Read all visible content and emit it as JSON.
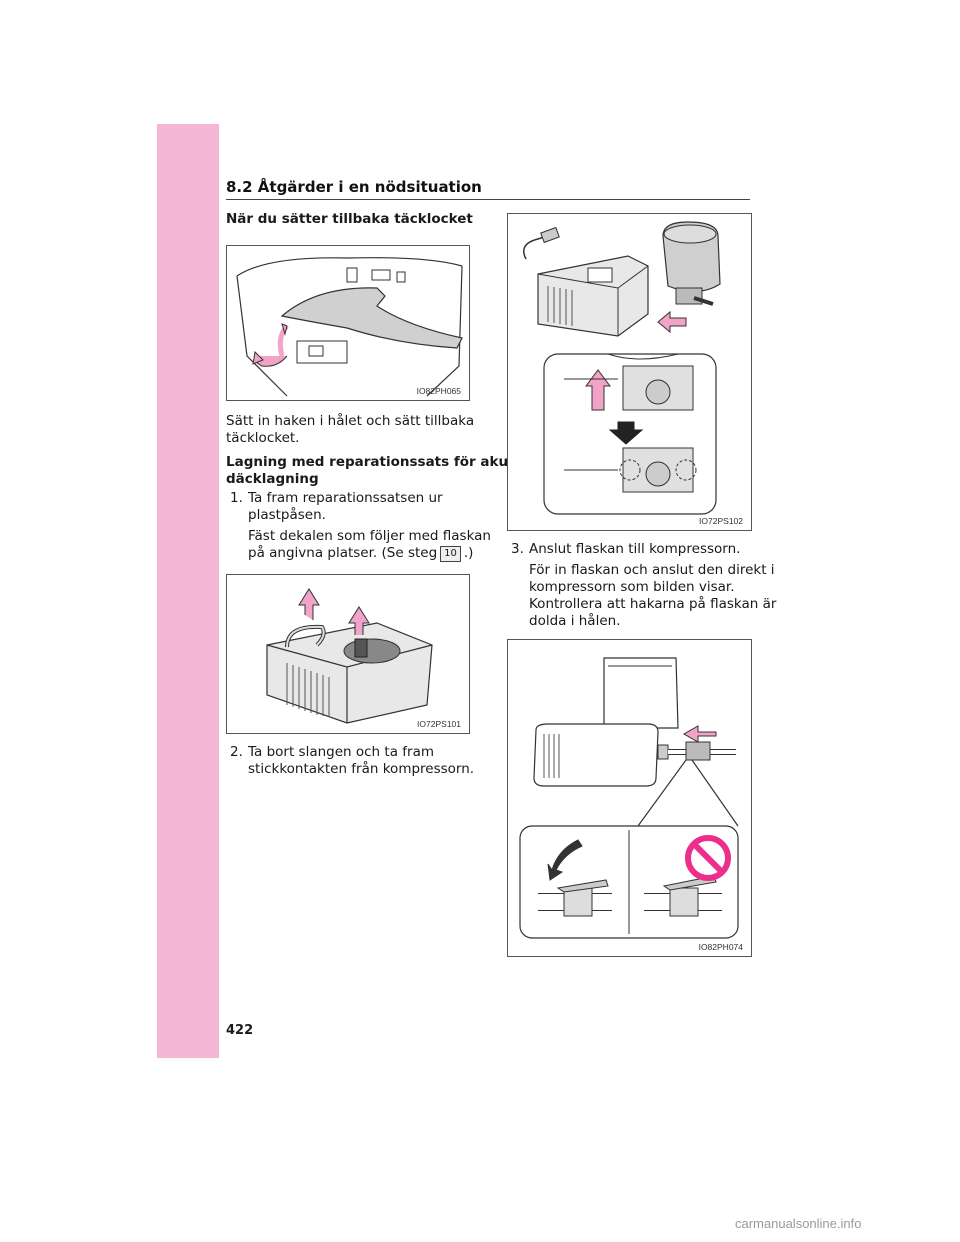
{
  "section_heading": "8.2 Åtgärder i en nödsituation",
  "subheading_cover": "När du sätter tillbaka täcklocket",
  "fig1": {
    "code": "IO82PH065"
  },
  "text_insert_hook_1": "Sätt in haken i hålet och sätt tillbaka",
  "text_insert_hook_2": "täcklocket.",
  "subheading_repair_1": "Lagning med reparationssats för akut",
  "subheading_repair_2": "däcklagning",
  "steps": {
    "s1_num": "1.",
    "s1_line1": "Ta fram reparationssatsen ur",
    "s1_line2": "plastpåsen.",
    "s1_note_line1": "Fäst dekalen som följer med flaskan",
    "s1_note_line2_a": "på angivna platser. (Se steg",
    "s1_ref": "10",
    "s1_note_line2_b": ".)",
    "s2_num": "2.",
    "s2_line1": "Ta bort slangen och ta fram",
    "s2_line2": "stickkontakten från kompressorn.",
    "s3_num": "3.",
    "s3_line1": "Anslut flaskan till kompressorn.",
    "s3_note_line1": "För in flaskan och anslut den direkt i",
    "s3_note_line2": "kompressorn som bilden visar.",
    "s3_note_line3": "Kontrollera att hakarna på flaskan är",
    "s3_note_line4": "dolda i hålen."
  },
  "fig2": {
    "code": "IO72PS101"
  },
  "fig3": {
    "code": "IO72PS102"
  },
  "fig4": {
    "code": "IO82PH074"
  },
  "page_number": "422",
  "watermark": "carmanualsonline.info",
  "colors": {
    "sidebar": "#f5b7d6",
    "arrow_pink": "#f2a3c8",
    "prohibit_pink": "#ec2f8c"
  }
}
